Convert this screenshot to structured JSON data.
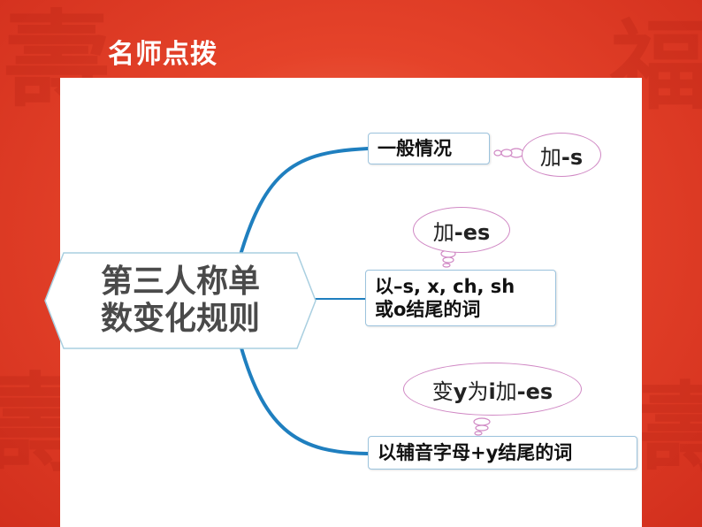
{
  "header": {
    "title": "名师点拨"
  },
  "diagram": {
    "central": {
      "line1": "第三人称单",
      "line2": "数变化规则"
    },
    "branches": [
      {
        "line1": "一般情况",
        "line2": "",
        "note": "加-s"
      },
      {
        "line1": "以–s, x, ch, sh",
        "line2": "或o结尾的词",
        "note": "加-es"
      },
      {
        "line1": "以辅音字母+y结尾的词",
        "line2": "",
        "note": "变y为i加-es"
      }
    ]
  },
  "colors": {
    "background": "#e5432a",
    "branch_line": "#1f7fbf",
    "bubble_border": "#d088c4",
    "box_border": "#9cc3dd"
  }
}
